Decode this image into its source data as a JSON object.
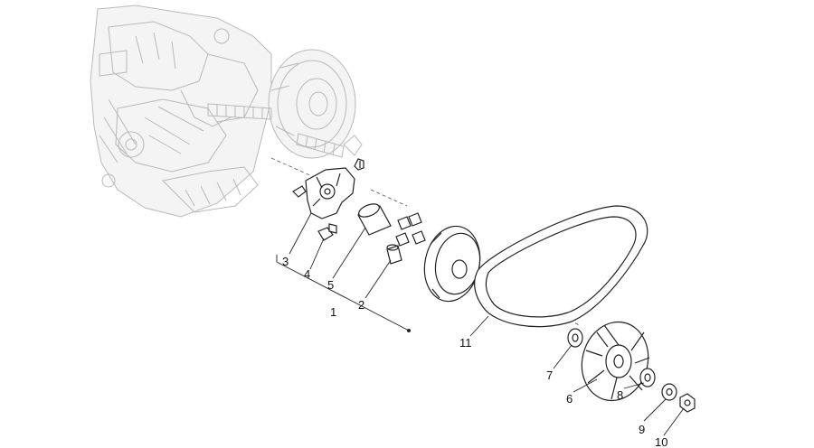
{
  "callouts": [
    {
      "id": "1",
      "label": "1"
    },
    {
      "id": "2",
      "label": "2"
    },
    {
      "id": "3",
      "label": "3"
    },
    {
      "id": "4",
      "label": "4"
    },
    {
      "id": "5",
      "label": "5"
    },
    {
      "id": "6",
      "label": "6"
    },
    {
      "id": "7",
      "label": "7"
    },
    {
      "id": "8",
      "label": "8"
    },
    {
      "id": "9",
      "label": "9"
    },
    {
      "id": "10",
      "label": "10"
    },
    {
      "id": "11",
      "label": "11"
    }
  ],
  "colors": {
    "ghost": "#b9b9b9",
    "ink": "#222222",
    "background": "#ffffff"
  }
}
